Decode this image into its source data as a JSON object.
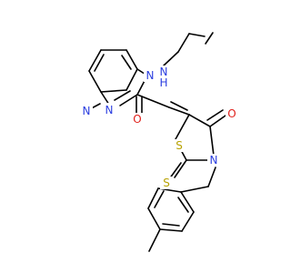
{
  "molecule": {
    "atoms": {
      "N1": {
        "symbol": "N",
        "color": "#2c3fe0"
      },
      "N2": {
        "symbol": "N",
        "color": "#2c3fe0"
      },
      "N3": {
        "symbol": "N",
        "color": "#2c3fe0"
      },
      "N4": {
        "symbol": "N",
        "color": "#2c3fe0"
      },
      "H4": {
        "symbol": "H",
        "color": "#2c3fe0"
      },
      "O1": {
        "symbol": "O",
        "color": "#e0201b"
      },
      "O2": {
        "symbol": "O",
        "color": "#e0201b"
      },
      "S1": {
        "symbol": "S",
        "color": "#b8a200"
      },
      "S2": {
        "symbol": "S",
        "color": "#b8a200"
      }
    },
    "bond_color": "#000000"
  }
}
